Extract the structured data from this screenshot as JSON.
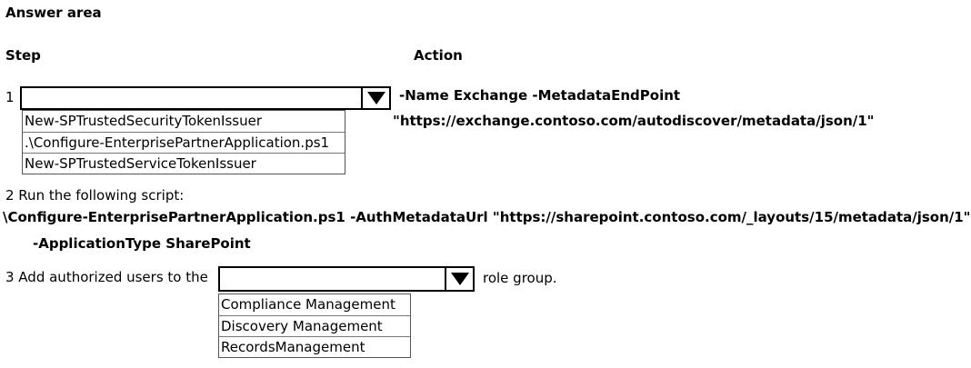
{
  "answer_area": {
    "title": "Answer area",
    "step_header": "Step",
    "action_header": "Action"
  },
  "step1": {
    "number": "1",
    "dropdown": {
      "selected": "",
      "options": [
        "New-SPTrustedSecurityTokenIssuer",
        ".\\Configure-EnterprisePartnerApplication.ps1",
        "New-SPTrustedServiceTokenIssuer"
      ]
    },
    "action_line1": "-Name Exchange -MetadataEndPoint",
    "action_line2": "\"https://exchange.contoso.com/autodiscover/metadata/json/1\""
  },
  "step2": {
    "label": "2 Run the following script:",
    "script_line1": "\\Configure-EnterprisePartnerApplication.ps1 -AuthMetadataUrl \"https://sharepoint.contoso.com/_layouts/15/metadata/json/1\"",
    "script_line2": "-ApplicationType SharePoint"
  },
  "step3": {
    "label": "3 Add authorized users to the",
    "suffix": "role group.",
    "dropdown": {
      "selected": "",
      "options": [
        "Compliance Management",
        "Discovery Management",
        "RecordsManagement"
      ]
    }
  }
}
